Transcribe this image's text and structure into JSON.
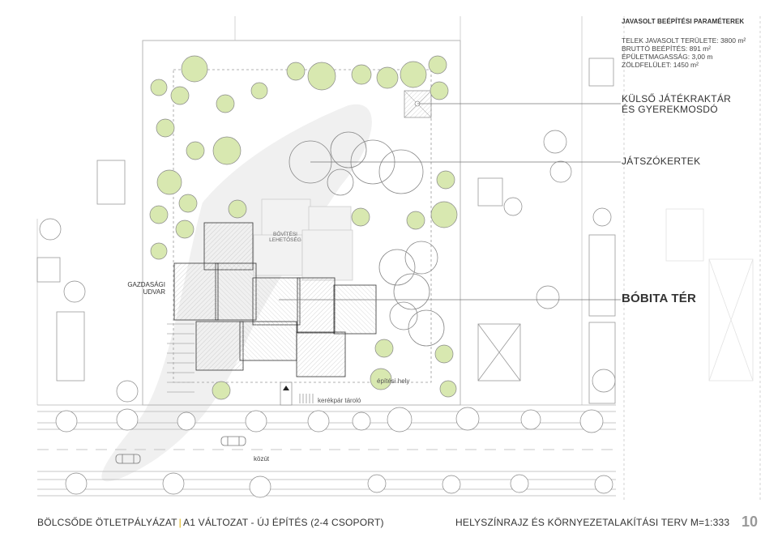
{
  "params": {
    "heading": "JAVASOLT BEÉPÍTÉSI PARAMÉTEREK",
    "lines": [
      {
        "label": "TELEK JAVASOLT TERÜLETE:",
        "value": "3800 m²"
      },
      {
        "label": "BRUTTÓ BEÉPÍTÉS:",
        "value": "891 m²"
      },
      {
        "label": "ÉPÜLETMAGASSÁG:",
        "value": "3,00 m"
      },
      {
        "label": "ZÖLDFELÜLET:",
        "value": "1450 m²"
      }
    ]
  },
  "labels": {
    "storage_line1": "KÜLSŐ JÁTÉKRAKTÁR",
    "storage_line2": "ÉS GYEREKMOSDÓ",
    "playground": "JÁTSZÓKERTEK",
    "square": "BÓBITA TÉR",
    "yard_line1": "GAZDASÁGI",
    "yard_line2": "UDVAR",
    "expansion_line1": "BŐVÍTÉSI",
    "expansion_line2": "LEHETŐSÉG",
    "site": "építési hely",
    "bike": "kerékpár tároló",
    "road": "közút"
  },
  "footer": {
    "left_project": "BÖLCSŐDE ÖTLETPÁLYÁZAT",
    "left_separator": "|",
    "left_variant": "A1 VÁLTOZAT - ÚJ ÉPÍTÉS (2-4 CSOPORT)",
    "right_title": "HELYSZÍNRAJZ ÉS KÖRNYEZETALAKÍTÁSI TERV M=1:333",
    "page_number": "10"
  },
  "colors": {
    "tree_green": "#d8e8b0",
    "building_shade": "#cfcfcf",
    "line": "#aaaaaa",
    "separator": "#e0b000"
  }
}
